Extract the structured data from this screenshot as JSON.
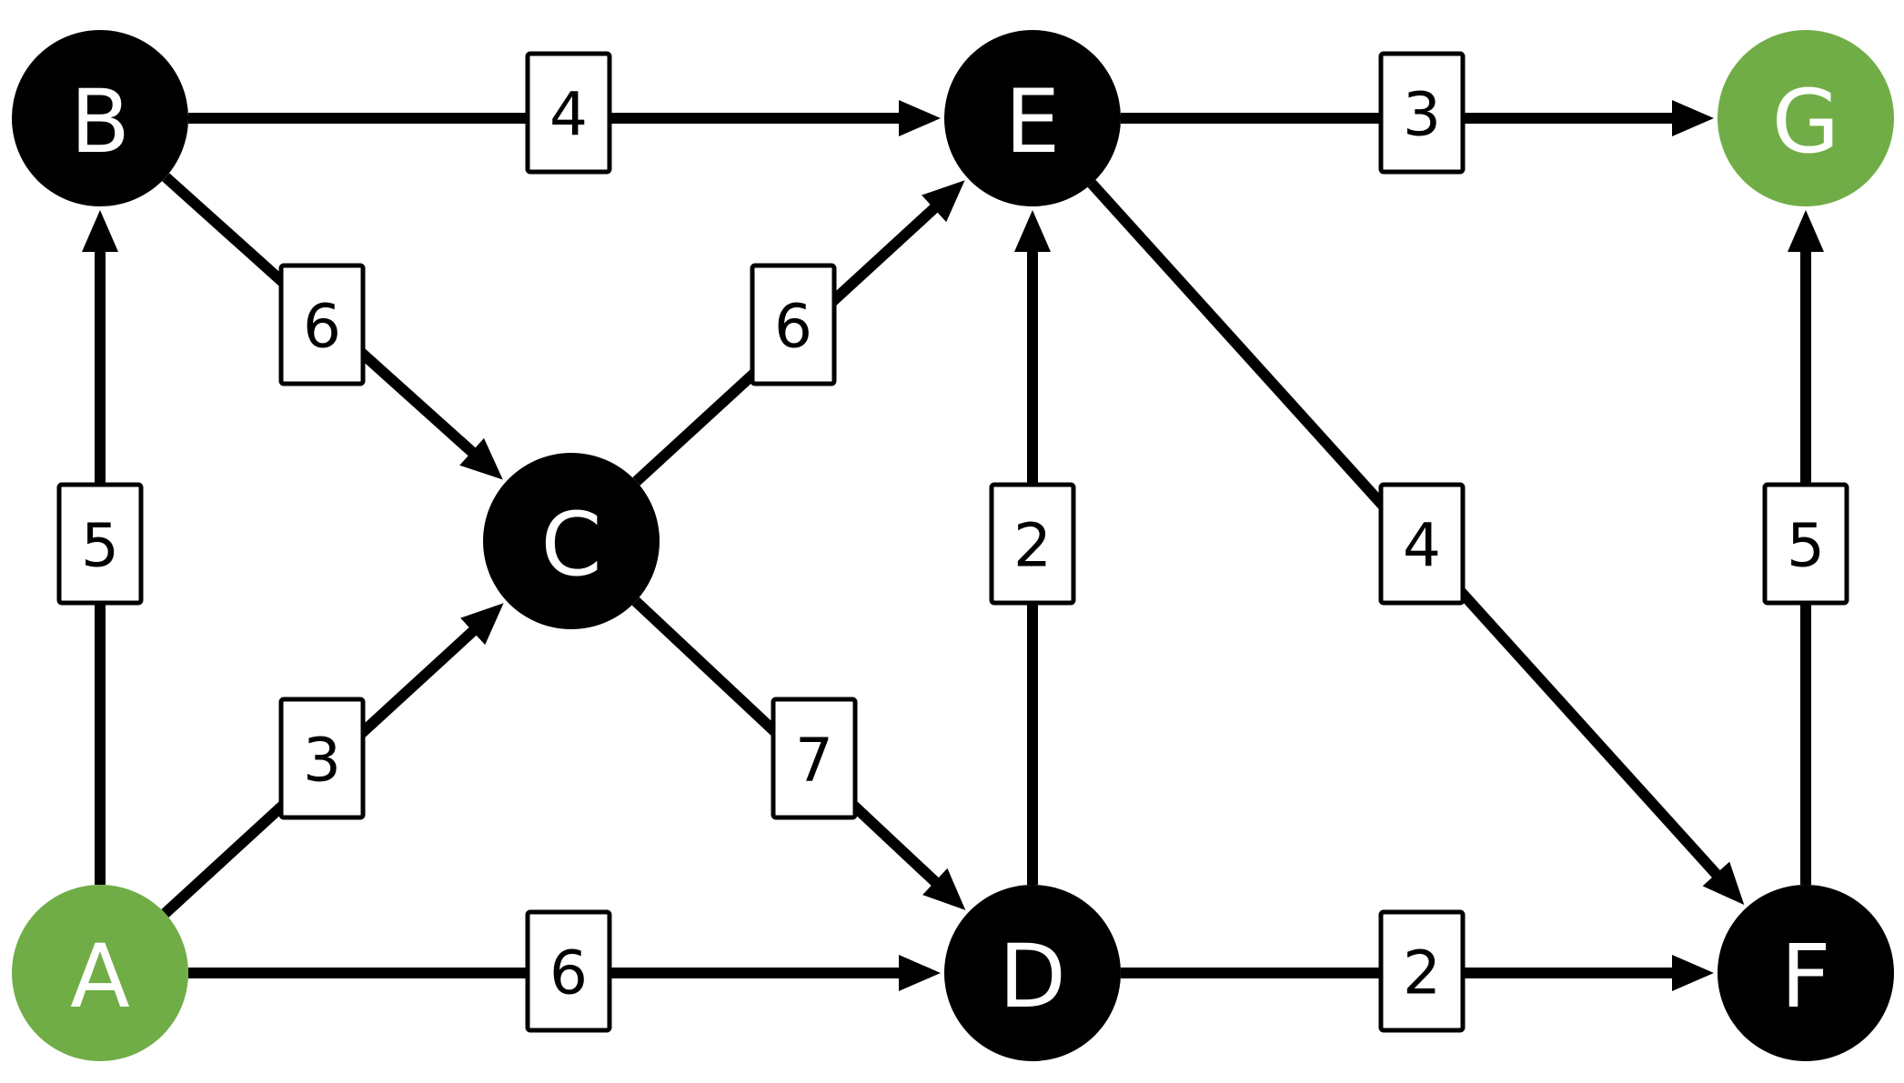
{
  "colors": {
    "default_node": "#000000",
    "highlight_node": "#70ad47",
    "edge": "#000000",
    "label_text": "#ffffff"
  },
  "nodes": [
    {
      "id": "A",
      "label": "A",
      "highlight": true
    },
    {
      "id": "B",
      "label": "B",
      "highlight": false
    },
    {
      "id": "C",
      "label": "C",
      "highlight": false
    },
    {
      "id": "D",
      "label": "D",
      "highlight": false
    },
    {
      "id": "E",
      "label": "E",
      "highlight": false
    },
    {
      "id": "F",
      "label": "F",
      "highlight": false
    },
    {
      "id": "G",
      "label": "G",
      "highlight": true
    }
  ],
  "edges": [
    {
      "from": "A",
      "to": "B",
      "weight": "5"
    },
    {
      "from": "A",
      "to": "C",
      "weight": "3"
    },
    {
      "from": "A",
      "to": "D",
      "weight": "6"
    },
    {
      "from": "B",
      "to": "C",
      "weight": "6"
    },
    {
      "from": "B",
      "to": "E",
      "weight": "4"
    },
    {
      "from": "C",
      "to": "D",
      "weight": "7"
    },
    {
      "from": "C",
      "to": "E",
      "weight": "6"
    },
    {
      "from": "D",
      "to": "E",
      "weight": "2"
    },
    {
      "from": "D",
      "to": "F",
      "weight": "2"
    },
    {
      "from": "E",
      "to": "F",
      "weight": "4"
    },
    {
      "from": "E",
      "to": "G",
      "weight": "3"
    },
    {
      "from": "F",
      "to": "G",
      "weight": "5"
    }
  ]
}
